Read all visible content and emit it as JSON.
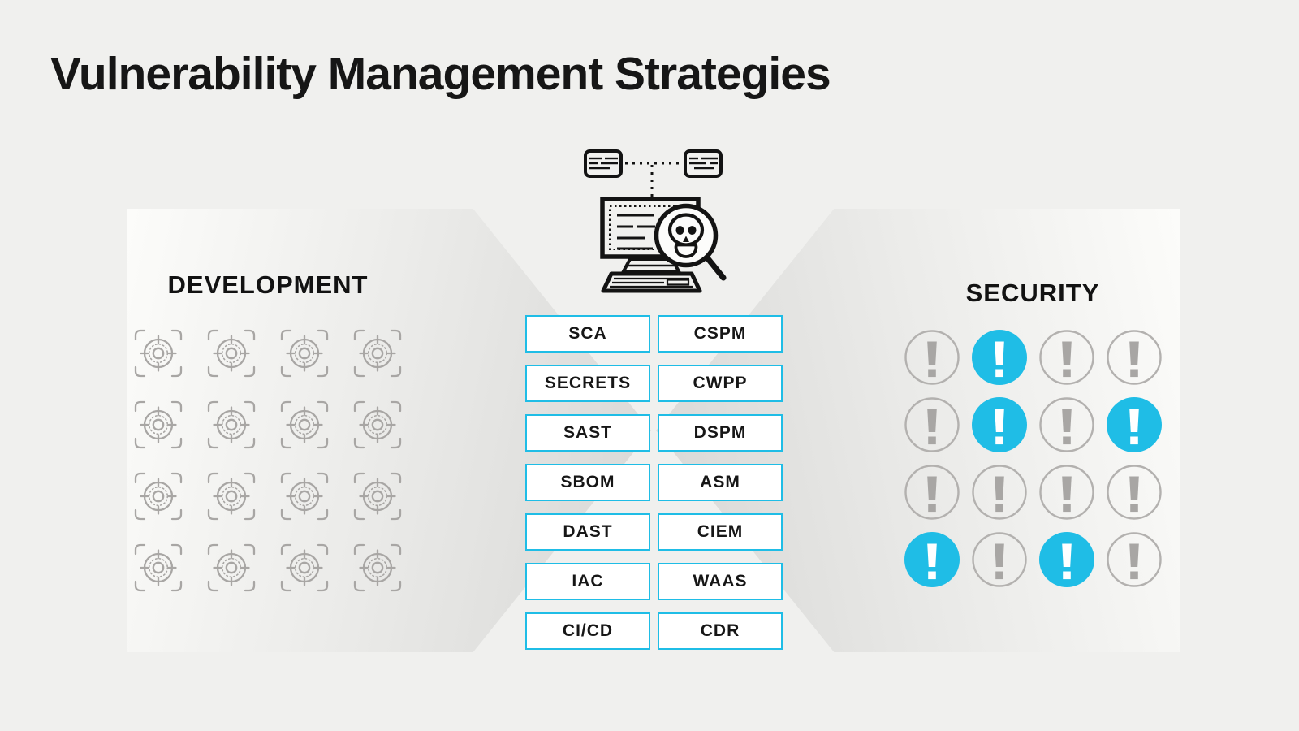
{
  "title": "Vulnerability Management Strategies",
  "development": {
    "label": "DEVELOPMENT",
    "grid_rows": 4,
    "grid_cols": 4,
    "icon": "target-crosshair-icon"
  },
  "security": {
    "label": "SECURITY",
    "grid_rows": 4,
    "grid_cols": 4,
    "icon": "exclamation-alert-icon",
    "highlight_pattern": [
      [
        0,
        1,
        0,
        0
      ],
      [
        0,
        1,
        0,
        1
      ],
      [
        0,
        0,
        0,
        0
      ],
      [
        1,
        0,
        1,
        0
      ]
    ]
  },
  "strategies": {
    "left_column": [
      "SCA",
      "SECRETS",
      "SAST",
      "SBOM",
      "DAST",
      "IAC",
      "CI/CD"
    ],
    "right_column": [
      "CSPM",
      "CWPP",
      "DSPM",
      "ASM",
      "CIEM",
      "WAAS",
      "CDR"
    ]
  },
  "center_illustration": {
    "name": "computer-vulnerability-scan-icon",
    "parts": [
      "window-card-icon",
      "window-card-icon",
      "dotted-connector-line",
      "monitor-code-icon",
      "keyboard-icon",
      "magnifier-skull-icon"
    ]
  },
  "colors": {
    "accent_cyan": "#1fbde6",
    "background": "#f0f0ee",
    "icon_gray": "#a8a6a4",
    "circle_outline_gray": "#b3b1af",
    "text_black": "#161616"
  }
}
